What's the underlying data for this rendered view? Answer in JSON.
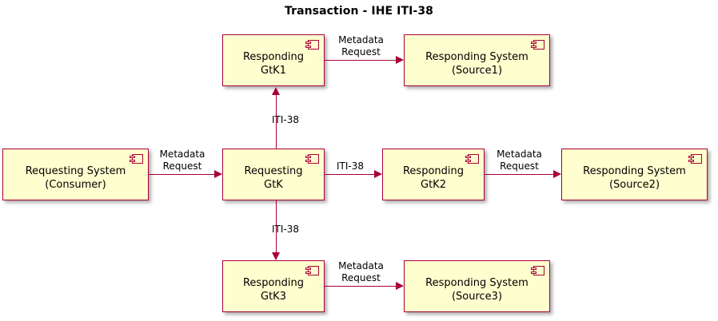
{
  "diagram": {
    "title": "Transaction - IHE ITI-38",
    "background_color": "#FFFFFF",
    "component_fill_color": "#FEFECE",
    "component_border_color": "#A80036",
    "arrow_color": "#A80036",
    "title_color": "#000000"
  },
  "components": [
    {
      "id": "responding_gtk1",
      "label": "Responding\nGtK1",
      "icon": "uml-component-icon"
    },
    {
      "id": "responding_source1",
      "label": "Responding System\n(Source1)",
      "icon": "uml-component-icon"
    },
    {
      "id": "requesting_consumer",
      "label": "Requesting System\n(Consumer)",
      "icon": "uml-component-icon"
    },
    {
      "id": "requesting_gtk",
      "label": "Requesting\nGtK",
      "icon": "uml-component-icon"
    },
    {
      "id": "responding_gtk2",
      "label": "Responding\nGtK2",
      "icon": "uml-component-icon"
    },
    {
      "id": "responding_source2",
      "label": "Responding System\n(Source2)",
      "icon": "uml-component-icon"
    },
    {
      "id": "responding_gtk3",
      "label": "Responding\nGtK3",
      "icon": "uml-component-icon"
    },
    {
      "id": "responding_source3",
      "label": "Responding System\n(Source3)",
      "icon": "uml-component-icon"
    }
  ],
  "edges": [
    {
      "id": "e1",
      "from": "responding_gtk1",
      "to": "responding_source1",
      "label": "Metadata\nRequest",
      "direction": "right"
    },
    {
      "id": "e2",
      "from": "requesting_consumer",
      "to": "requesting_gtk",
      "label": "Metadata\nRequest",
      "direction": "right"
    },
    {
      "id": "e3",
      "from": "requesting_gtk",
      "to": "responding_gtk1",
      "label": "ITI-38",
      "direction": "up"
    },
    {
      "id": "e4",
      "from": "requesting_gtk",
      "to": "responding_gtk2",
      "label": "ITI-38",
      "direction": "right"
    },
    {
      "id": "e5",
      "from": "requesting_gtk",
      "to": "responding_gtk3",
      "label": "ITI-38",
      "direction": "down"
    },
    {
      "id": "e6",
      "from": "responding_gtk2",
      "to": "responding_source2",
      "label": "Metadata\nRequest",
      "direction": "right"
    },
    {
      "id": "e7",
      "from": "responding_gtk3",
      "to": "responding_source3",
      "label": "Metadata\nRequest",
      "direction": "right"
    }
  ]
}
